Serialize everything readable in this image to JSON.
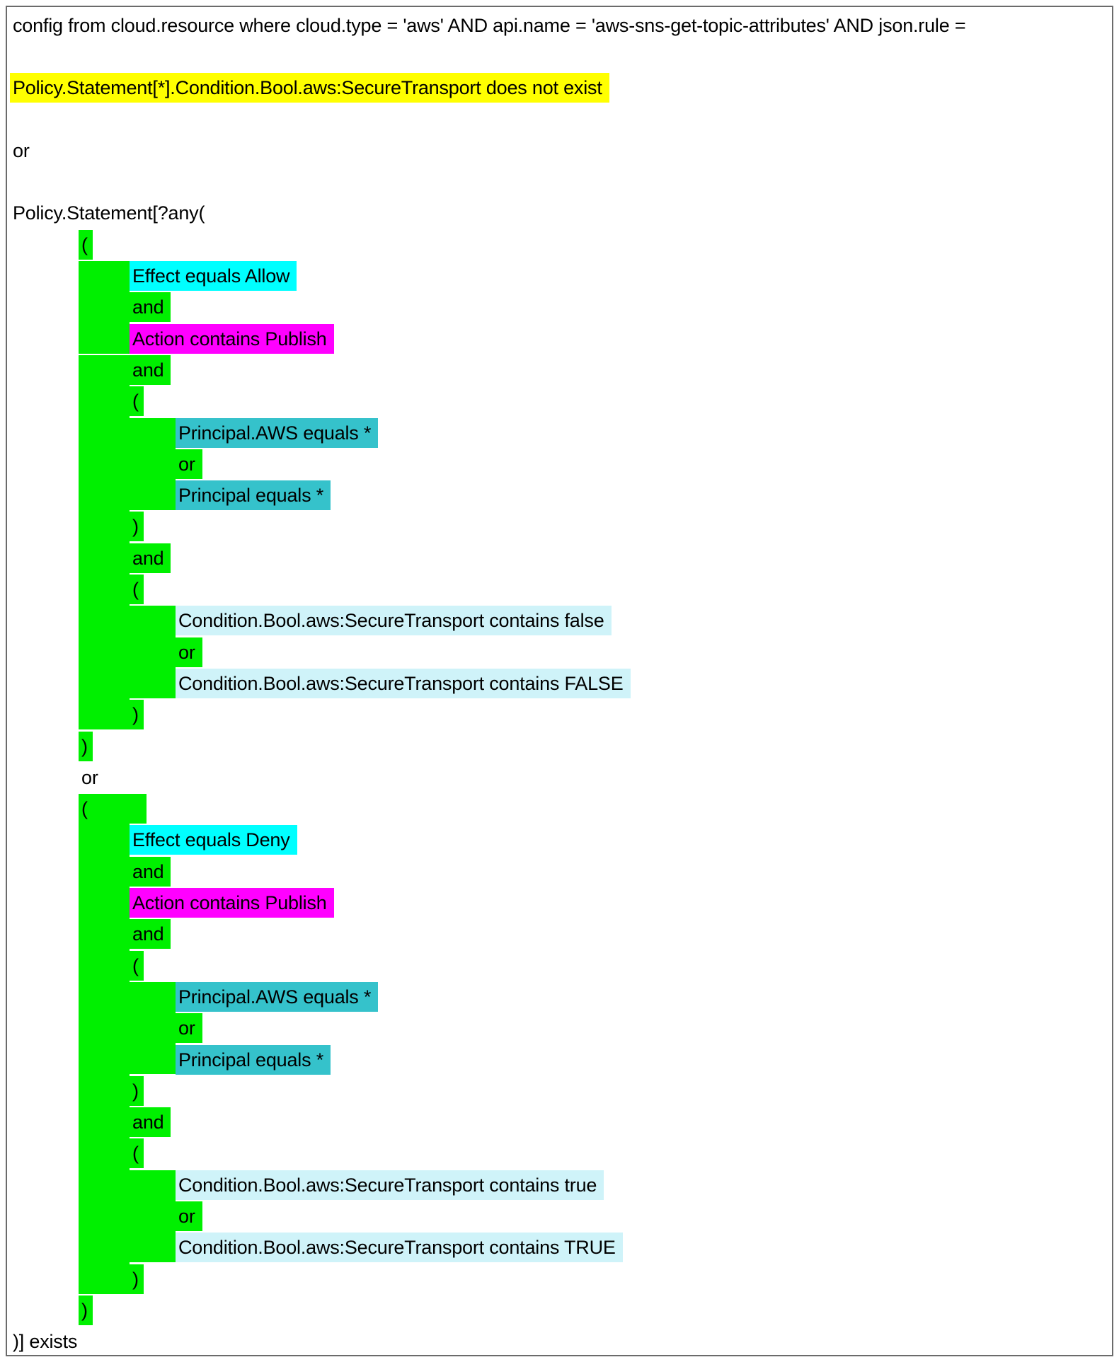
{
  "page": {
    "kind": "cloud-policy-rule-viewer",
    "border_color": "#6b6b6b",
    "background": "#ffffff",
    "text_color": "#000000"
  },
  "colors": {
    "yellow": "#ffff00",
    "cyan": "#00ffff",
    "magenta": "#ff00ff",
    "green": "#00f000",
    "teal": "#35c2cb",
    "pale": "#cff3f9"
  },
  "rule_tree": {
    "rows": [
      {
        "col": "c0",
        "color": null,
        "text": "config from cloud.resource where cloud.type = 'aws' AND api.name = 'aws-sns-get-topic-attributes' AND json.rule ="
      },
      {
        "col": "c0",
        "color": null,
        "text": ""
      },
      {
        "col": "c0",
        "color": "yellow",
        "text": "Policy.Statement[*].Condition.Bool.aws:SecureTransport does not exist"
      },
      {
        "col": "c0",
        "color": null,
        "text": ""
      },
      {
        "col": "c0",
        "color": null,
        "text": "or"
      },
      {
        "col": "c0",
        "color": null,
        "text": ""
      },
      {
        "col": "c0",
        "color": null,
        "text": "Policy.Statement[?any("
      },
      {
        "col": "c1",
        "color": "green",
        "text": "("
      },
      {
        "col": "c2",
        "color": "cyan",
        "text": "Effect equals Allow"
      },
      {
        "col": "c2",
        "color": "green",
        "text": "and"
      },
      {
        "col": "c2",
        "color": "magenta",
        "text": "Action contains Publish"
      },
      {
        "col": "c2",
        "color": "green",
        "text": "and"
      },
      {
        "col": "c2",
        "color": "green",
        "text": "("
      },
      {
        "col": "c3",
        "color": "teal",
        "text": "Principal.AWS equals *"
      },
      {
        "col": "c3",
        "color": "green",
        "text": "or"
      },
      {
        "col": "c3",
        "color": "teal",
        "text": "Principal equals *"
      },
      {
        "col": "c2",
        "color": "green",
        "text": ")"
      },
      {
        "col": "c2",
        "color": "green",
        "text": "and"
      },
      {
        "col": "c2",
        "color": "green",
        "text": "("
      },
      {
        "col": "c3",
        "color": "pale",
        "text": "Condition.Bool.aws:SecureTransport contains false"
      },
      {
        "col": "c3",
        "color": "green",
        "text": "or"
      },
      {
        "col": "c3",
        "color": "pale",
        "text": "Condition.Bool.aws:SecureTransport contains FALSE"
      },
      {
        "col": "c2",
        "color": "green",
        "text": ")"
      },
      {
        "col": "c1",
        "color": "green",
        "text": ")"
      },
      {
        "col": "c1",
        "color": null,
        "text": "or"
      },
      {
        "col": "c1",
        "color": "green",
        "text": "(",
        "nub": true
      },
      {
        "col": "c2",
        "color": "cyan",
        "text": "Effect equals Deny"
      },
      {
        "col": "c2",
        "color": "green",
        "text": "and"
      },
      {
        "col": "c2",
        "color": "magenta",
        "text": "Action contains Publish"
      },
      {
        "col": "c2",
        "color": "green",
        "text": "and"
      },
      {
        "col": "c2",
        "color": "green",
        "text": "("
      },
      {
        "col": "c3",
        "color": "teal",
        "text": "Principal.AWS equals *"
      },
      {
        "col": "c3",
        "color": "green",
        "text": "or"
      },
      {
        "col": "c3",
        "color": "teal",
        "text": "Principal equals *"
      },
      {
        "col": "c2",
        "color": "green",
        "text": ")"
      },
      {
        "col": "c2",
        "color": "green",
        "text": "and"
      },
      {
        "col": "c2",
        "color": "green",
        "text": "("
      },
      {
        "col": "c3",
        "color": "pale",
        "text": "Condition.Bool.aws:SecureTransport contains true"
      },
      {
        "col": "c3",
        "color": "green",
        "text": "or"
      },
      {
        "col": "c3",
        "color": "pale",
        "text": "Condition.Bool.aws:SecureTransport contains TRUE"
      },
      {
        "col": "c2",
        "color": "green",
        "text": ")"
      },
      {
        "col": "c1",
        "color": "green",
        "text": ")"
      },
      {
        "col": "c0",
        "color": null,
        "text": ")] exists"
      }
    ],
    "connector_bars": [
      {
        "col": 1,
        "from": 8,
        "to": 10
      },
      {
        "col": 1,
        "from": 11,
        "to": 22
      },
      {
        "col": 1,
        "from": 25,
        "to": 40
      },
      {
        "col": 2,
        "from": 13,
        "to": 15
      },
      {
        "col": 2,
        "from": 19,
        "to": 21
      },
      {
        "col": 2,
        "from": 31,
        "to": 33
      },
      {
        "col": 2,
        "from": 37,
        "to": 39
      }
    ]
  }
}
